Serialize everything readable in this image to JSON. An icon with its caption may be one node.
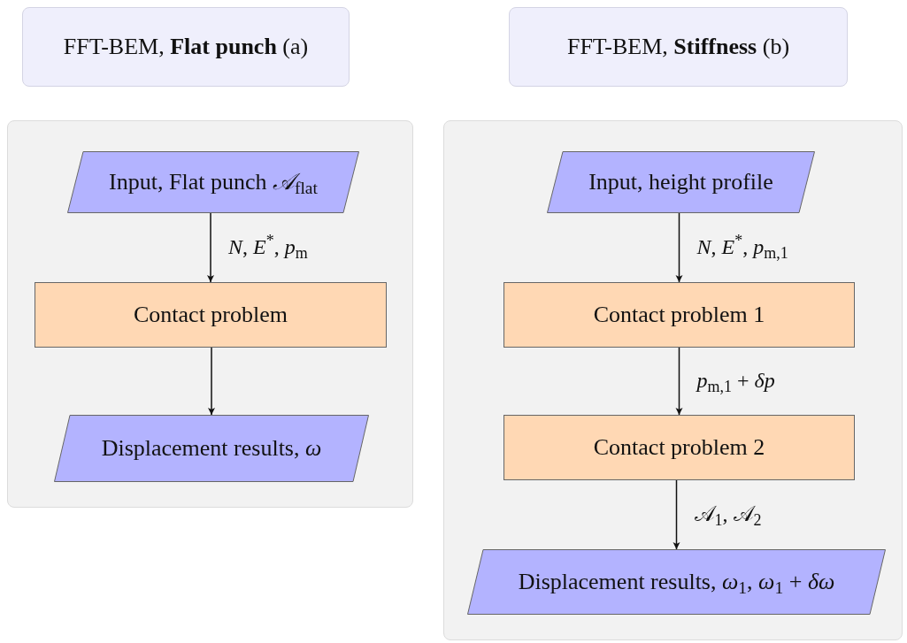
{
  "diagram": {
    "nodes": [
      {
        "text": [
          "FFT-BEM, **Flat punch** (a)"
        ]
      },
      {
        "text": [
          "FFT-BEM, **Stiffness** (b)"
        ]
      },
      {
        "text": [],
        "shape": "box"
      },
      {
        "text": [
          "Input, Flat punch *𝒜*$_{flat}$"
        ],
        "in": 2
      },
      {
        "text": [
          "Contact problem"
        ],
        "in": 2
      },
      {
        "text": [
          "Displacement results, *ω*"
        ],
        "in": 2
      },
      {
        "text": [],
        "shape": "box"
      },
      {
        "text": [
          "Input, height profile"
        ],
        "in": 6
      },
      {
        "text": [
          "Contact problem 1"
        ],
        "in": 6
      },
      {
        "text": [
          "Contact problem 2"
        ],
        "in": 6
      },
      {
        "text": [
          "Displacement results, *ω*$_{1}$, *ω*$_{1}$ + *δω*"
        ],
        "in": 6
      }
    ],
    "edges": [
      {
        "from": 3,
        "to": 4,
        "arrow": "to",
        "label": "*N*, *E*$^{*}$, *p*$_{m}$"
      },
      {
        "from": 4,
        "to": 5,
        "arrow": "to"
      },
      {
        "from": 7,
        "to": 8,
        "arrow": "to",
        "label": "*N*, *E*$^{*}$, *p*$_{m,1}$"
      },
      {
        "from": 8,
        "to": 9,
        "arrow": "to",
        "label": "*p*$_{m,1}$ + *δp*"
      },
      {
        "from": 9,
        "to": 10,
        "arrow": "to",
        "label": "𝒜$_{1}$, 𝒜$_{2}$"
      }
    ]
  }
}
